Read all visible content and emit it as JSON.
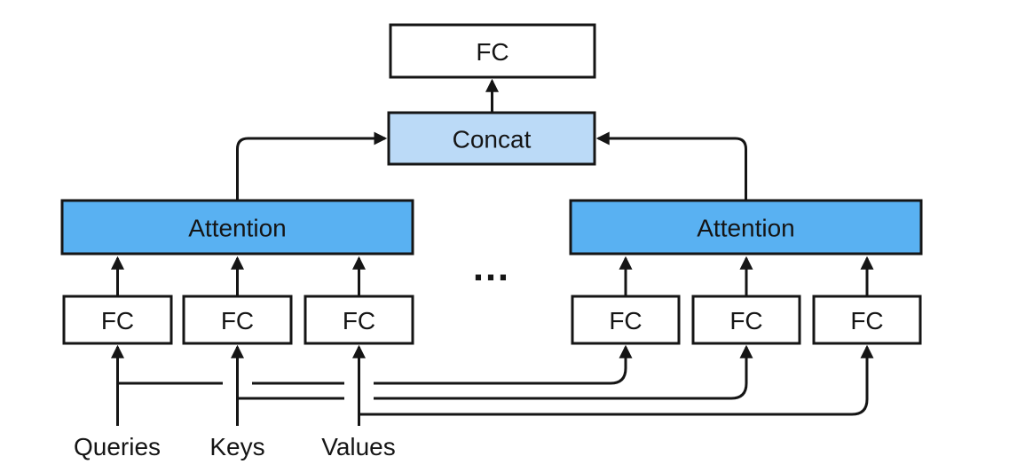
{
  "colors": {
    "background": "#ffffff",
    "attention_fill": "#59B1F2",
    "concat_fill": "#BBDAF7",
    "fc_fill": "#ffffff",
    "line": "#151515",
    "text": "#151515"
  },
  "nodes": {
    "output_fc": {
      "label": "FC"
    },
    "concat": {
      "label": "Concat"
    },
    "attention_left": {
      "label": "Attention"
    },
    "attention_right": {
      "label": "Attention"
    },
    "fc_left": [
      {
        "label": "FC"
      },
      {
        "label": "FC"
      },
      {
        "label": "FC"
      }
    ],
    "fc_right": [
      {
        "label": "FC"
      },
      {
        "label": "FC"
      },
      {
        "label": "FC"
      }
    ]
  },
  "inputs": {
    "queries": "Queries",
    "keys": "Keys",
    "values": "Values"
  },
  "ellipsis": "…"
}
